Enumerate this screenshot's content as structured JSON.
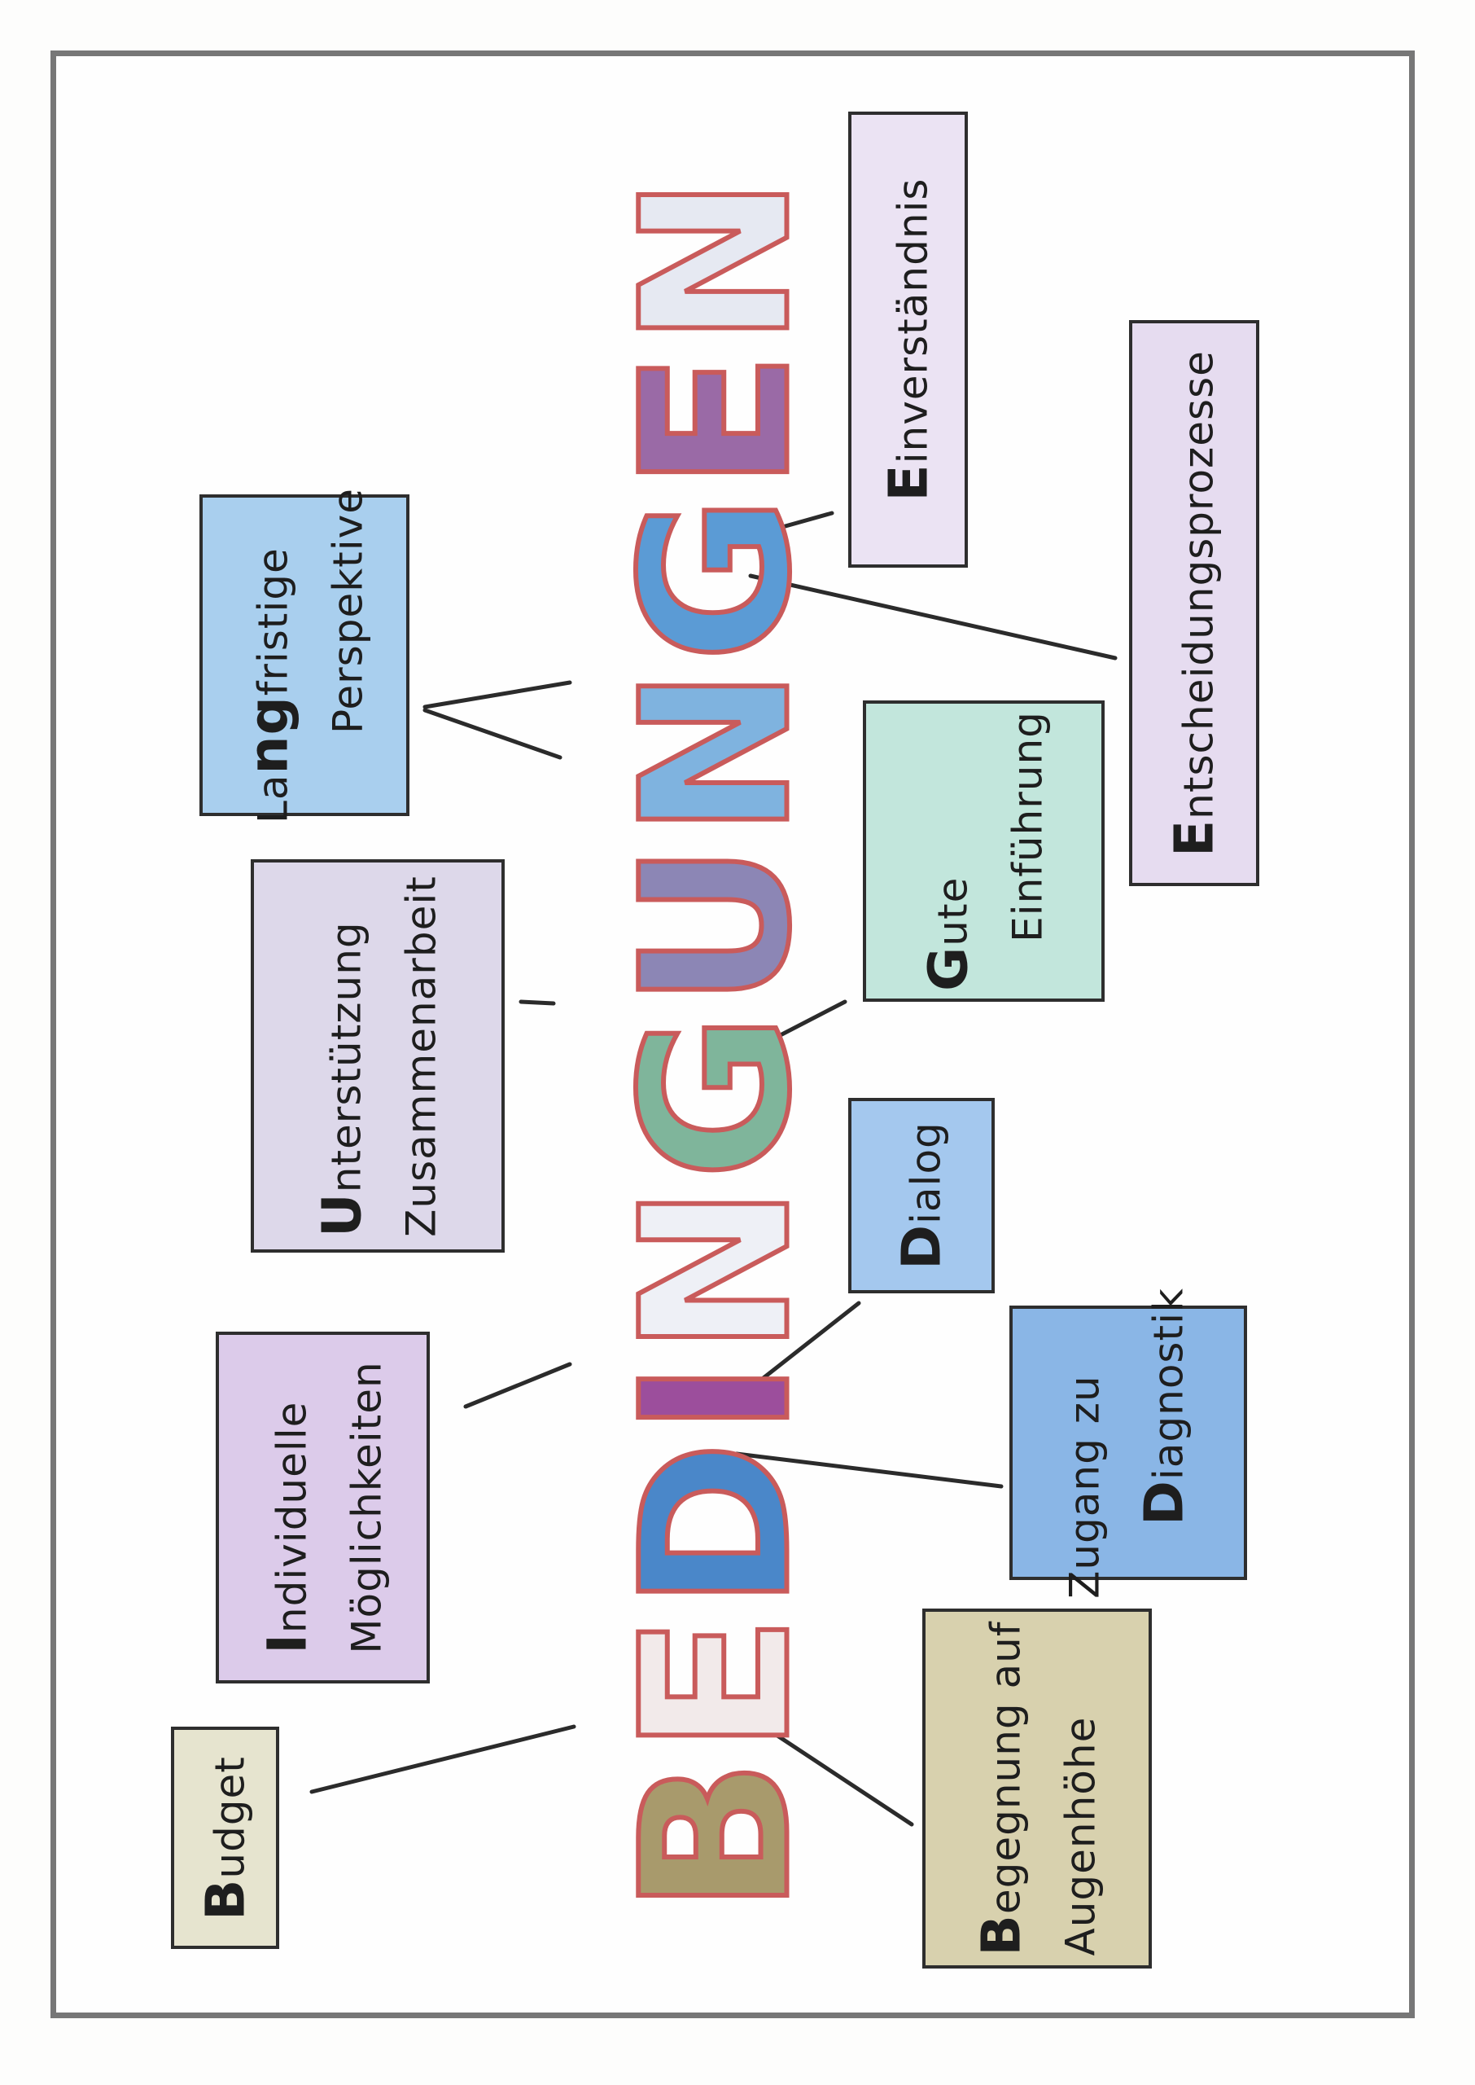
{
  "title": {
    "text": "BEDINGUNGEN",
    "letters": [
      {
        "ch": "B",
        "fill": "#a89a6c"
      },
      {
        "ch": "E",
        "fill": "#f2eaea"
      },
      {
        "ch": "D",
        "fill": "#4a87c9"
      },
      {
        "ch": "I",
        "fill": "#9c4e9c"
      },
      {
        "ch": "N",
        "fill": "#eef0f6"
      },
      {
        "ch": "G",
        "fill": "#7fb59b"
      },
      {
        "ch": "U",
        "fill": "#8c86b5"
      },
      {
        "ch": "N",
        "fill": "#7fb3df"
      },
      {
        "ch": "G",
        "fill": "#5b9bd5"
      },
      {
        "ch": "E",
        "fill": "#9a6aa6"
      },
      {
        "ch": "N",
        "fill": "#e6e9f2"
      }
    ],
    "outline": "#c95b5b"
  },
  "nodes": {
    "budget": {
      "line1_initial": "B",
      "line1_rest": "udget",
      "color": "#e6e4cf"
    },
    "individuelle": {
      "line1_initial": "I",
      "line1_rest": "ndividuelle",
      "line2": "Möglichkeiten",
      "color": "#dccbea"
    },
    "unterstuetzung": {
      "line1_initial": "U",
      "line1_rest": "nterstützung",
      "line2": "Zusammenarbeit",
      "color": "#ddd8ea"
    },
    "langfristige": {
      "line1_pre": "La",
      "line1_bold": "ng",
      "line1_rest": "fristige",
      "line2": "Perspektive",
      "color": "#a9cfee"
    },
    "begegnung": {
      "line1_initial": "B",
      "line1_rest": "egegnung auf",
      "line2": "Augenhöhe",
      "color": "#d8d1ae"
    },
    "zugang": {
      "line1": "Zugang zu",
      "line2_initial": "D",
      "line2_rest": "iagnostik",
      "color": "#8ab6e6"
    },
    "dialog": {
      "line1_initial": "D",
      "line1_rest": "ialog",
      "color": "#a4c8ee"
    },
    "gute": {
      "line1_initial": "G",
      "line1_rest": "ute",
      "line2": "Einführung",
      "color": "#c2e6dc"
    },
    "entscheidung": {
      "line1_initial": "E",
      "line1_rest": "ntscheidungsprozesse",
      "color": "#e6dcf0"
    },
    "einverstaendnis": {
      "line1_initial": "E",
      "line1_rest": "inverständnis",
      "color": "#ebe3f3"
    }
  }
}
